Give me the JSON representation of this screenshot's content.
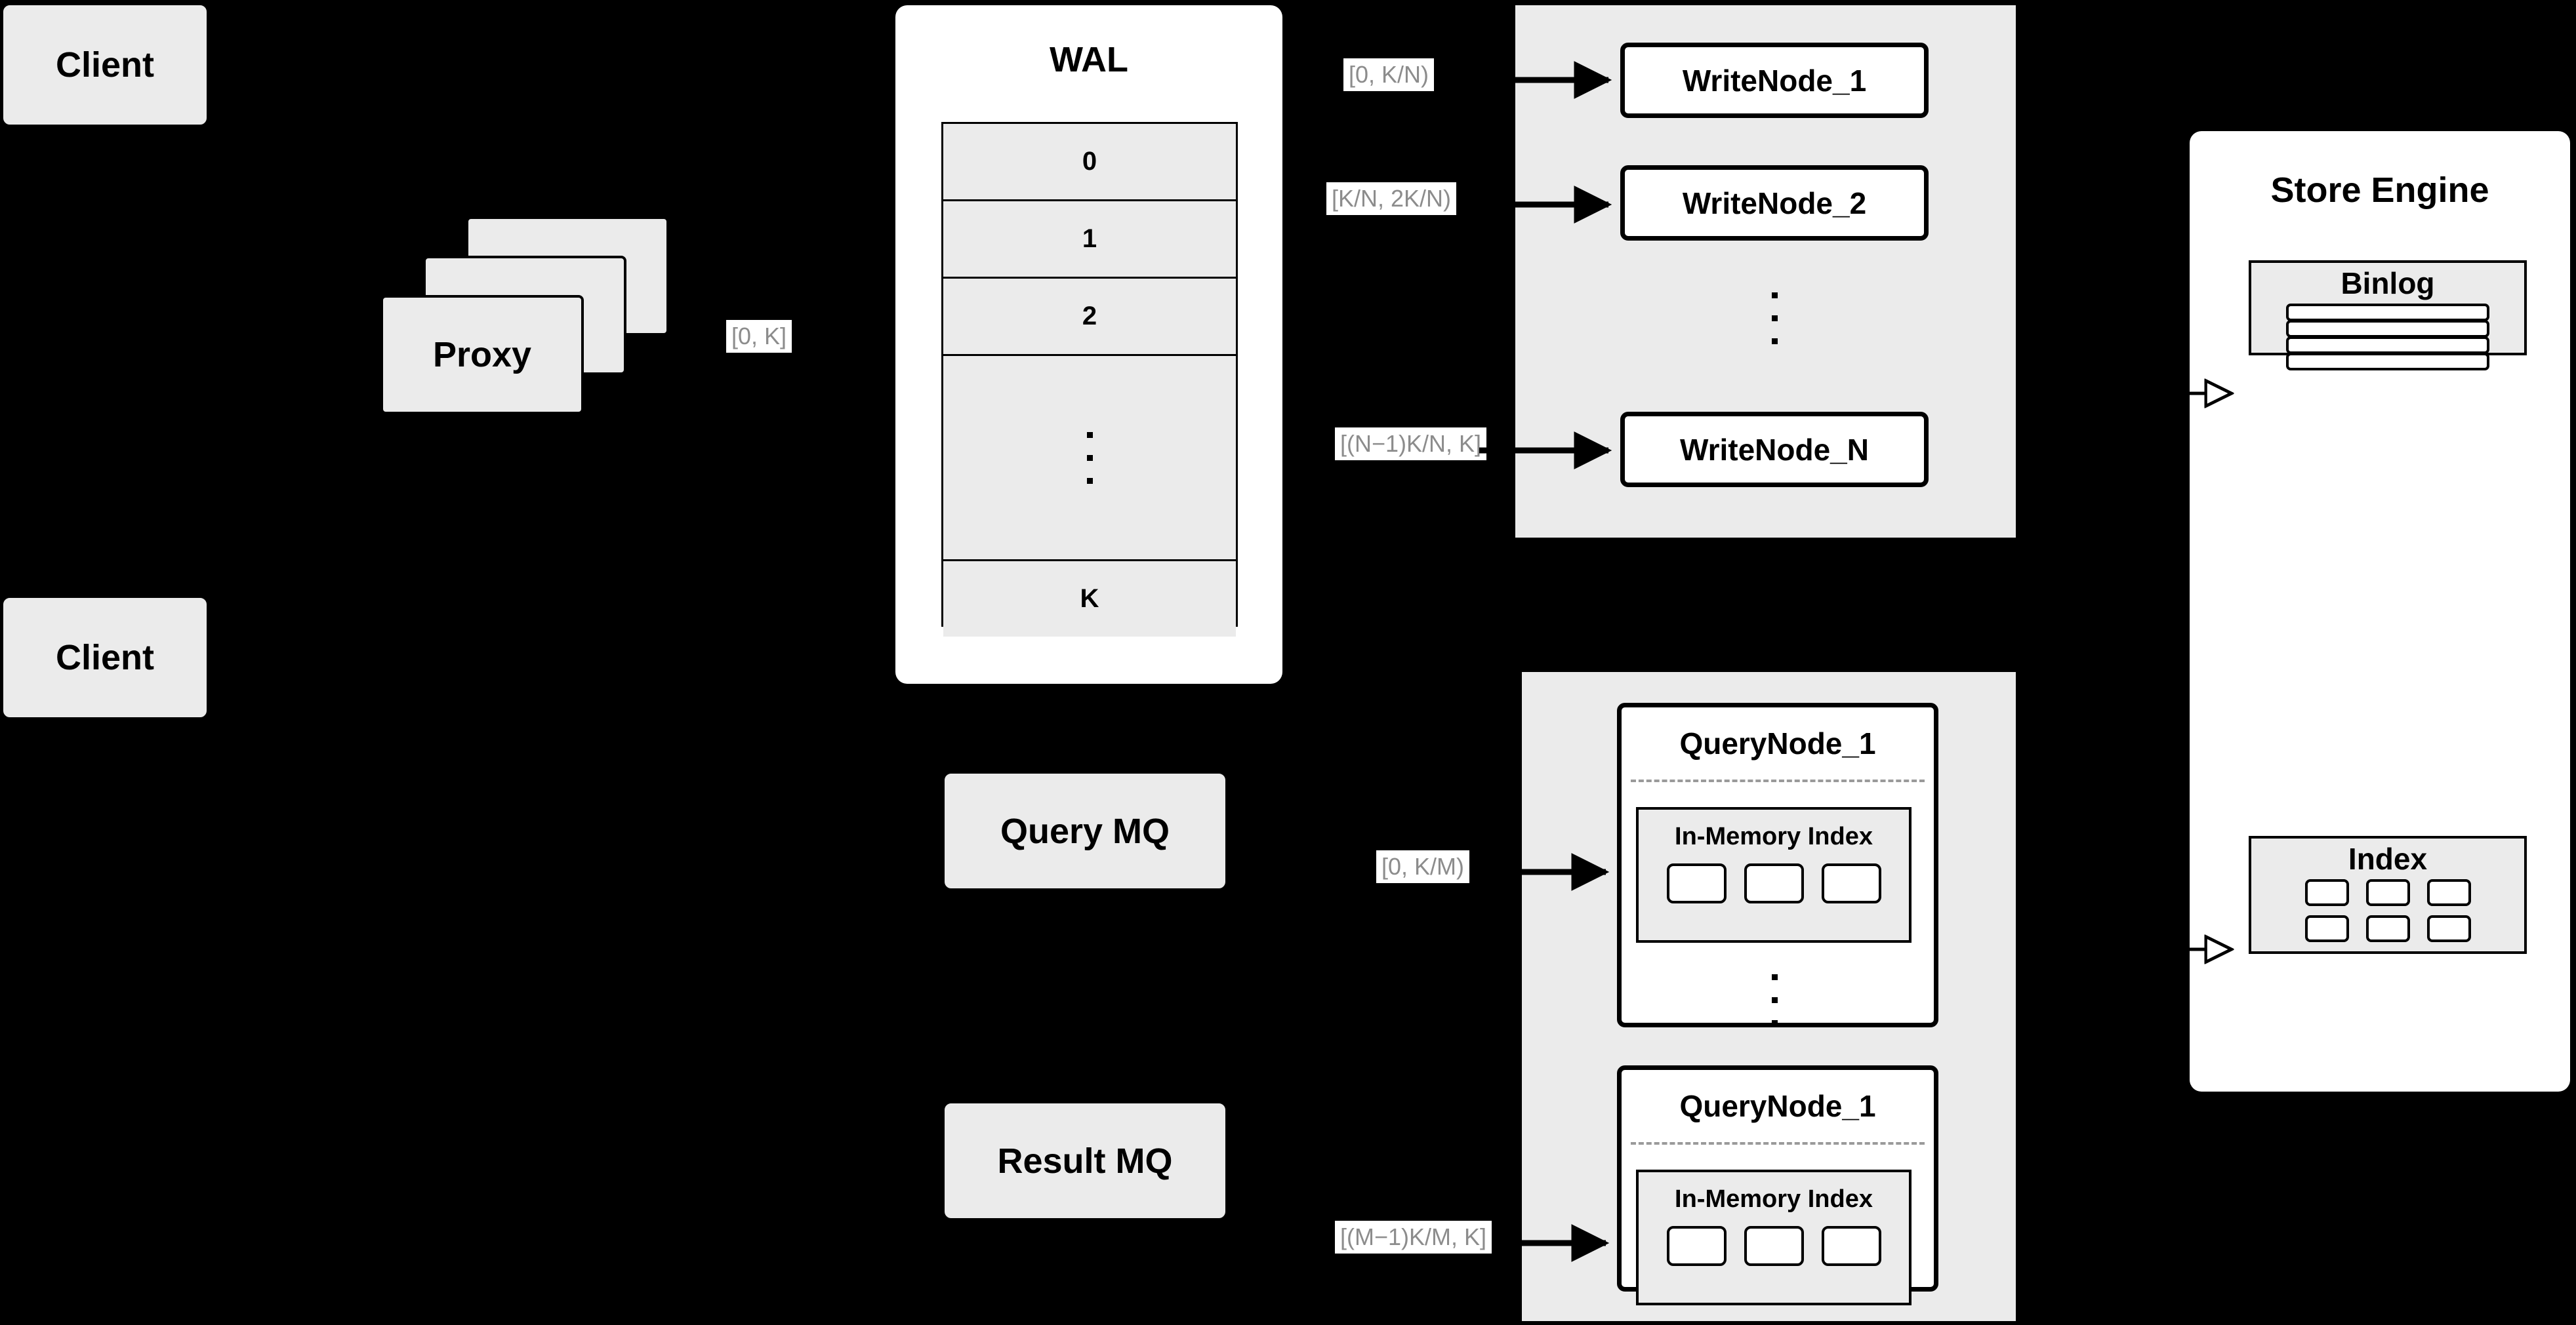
{
  "diagram": {
    "title": "Distributed vector database write / query architecture",
    "background_color": "#000000",
    "node_fill": "#ebebeb",
    "panel_fill": "#ebebeb",
    "label_text_color": "#8c8c8c",
    "label_chip_color": "#ffffff",
    "stroke_color": "#000000"
  },
  "clients": [
    {
      "label": "Client"
    },
    {
      "label": "Client"
    }
  ],
  "proxy": {
    "label": "Proxy",
    "stack_layers": 3
  },
  "wal": {
    "title": "WAL",
    "rows": [
      "0",
      "1",
      "2",
      "dots",
      "K"
    ],
    "dots_count": 3
  },
  "write_group": {
    "nodes": [
      {
        "label": "WriteNode_1"
      },
      {
        "label": "WriteNode_2"
      },
      {
        "label": "WriteNode_N"
      }
    ],
    "dots_count": 3
  },
  "query_group": {
    "nodes": [
      {
        "label": "QueryNode_1",
        "inmem": {
          "title": "In-Memory Index",
          "slots": 3
        }
      },
      {
        "label": "QueryNode_1",
        "inmem": {
          "title": "In-Memory Index",
          "slots": 3
        }
      }
    ],
    "dots_count": 3
  },
  "message_queues": [
    {
      "label": "Query MQ"
    },
    {
      "label": "Result MQ"
    }
  ],
  "store_engine": {
    "title": "Store Engine",
    "binlog": {
      "title": "Binlog",
      "rows": 4
    },
    "index": {
      "title": "Index",
      "rows": 2,
      "cols": 3
    }
  },
  "edge_labels": {
    "proxy_to_wal": "[0, K]",
    "wal_to_write_1": "[0,  K/N)",
    "wal_to_write_2": "[K/N, 2K/N)",
    "wal_to_write_n": "[(N−1)K/N,  K]",
    "mq_to_query_1": "[0, K/M)",
    "mq_to_query_m": "[(M−1)K/M, K]"
  },
  "arrows": [
    {
      "name": "wal-to-writenode-1",
      "head": "filled"
    },
    {
      "name": "wal-to-writenode-2",
      "head": "filled"
    },
    {
      "name": "wal-to-writenode-n",
      "head": "filled"
    },
    {
      "name": "queue-to-querynode-1",
      "head": "filled"
    },
    {
      "name": "queue-to-querynode-m",
      "head": "filled"
    },
    {
      "name": "writenodes-to-binlog",
      "head": "hollow"
    },
    {
      "name": "querynodes-to-index",
      "head": "hollow"
    }
  ]
}
